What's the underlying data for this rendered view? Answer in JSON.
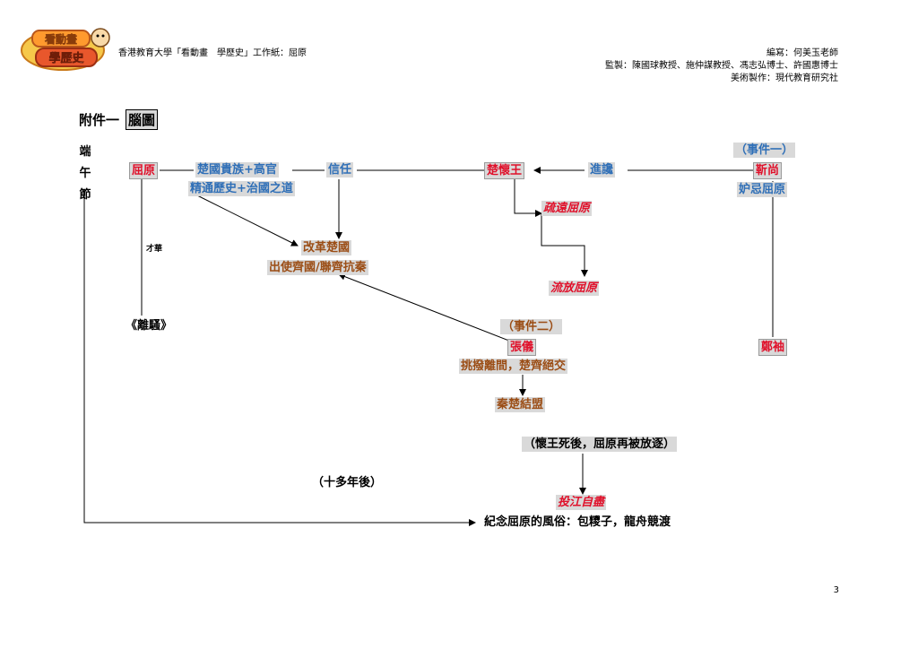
{
  "header": {
    "logo_alt": "看動畫 學歷史",
    "title": "香港教育大學「看動畫　學歷史」工作紙：屈原",
    "author": "編寫：何美玉老師",
    "supervisors": "監製：陳國球教授、施仲謀教授、馮志弘博士、許國惠博士",
    "art": "美術製作：現代教育研究社"
  },
  "section": {
    "label": "附件一",
    "box": "腦圖"
  },
  "vertical_label": [
    "端",
    "午",
    "節"
  ],
  "nodes": {
    "qu_yuan": "屈原",
    "nobility": "楚國貴族+高官",
    "history": "精通歷史+治國之道",
    "trust": "信任",
    "chu_king": "楚懷王",
    "slander": "進讒",
    "event1": "（事件一）",
    "jin_shang": "靳尚",
    "jealous": "妒忌屈原",
    "alienate": "疏遠屈原",
    "exile": "流放屈原",
    "reform": "改革楚國",
    "mission": "出使齊國/聯齊抗秦",
    "talent": "才華",
    "li_sao": "《離騷》",
    "event2": "（事件二）",
    "zhang_yi": "張儀",
    "provoke": "挑撥離間，楚齊絕交",
    "alliance": "秦楚結盟",
    "zheng_xiu": "鄭袖",
    "after_death": "（懷王死後，屈原再被放逐）",
    "decade": "（十多年後）",
    "drown": "投江自盡",
    "customs": "紀念屈原的風俗：包糭子，龍舟競渡"
  },
  "page_number": "3"
}
